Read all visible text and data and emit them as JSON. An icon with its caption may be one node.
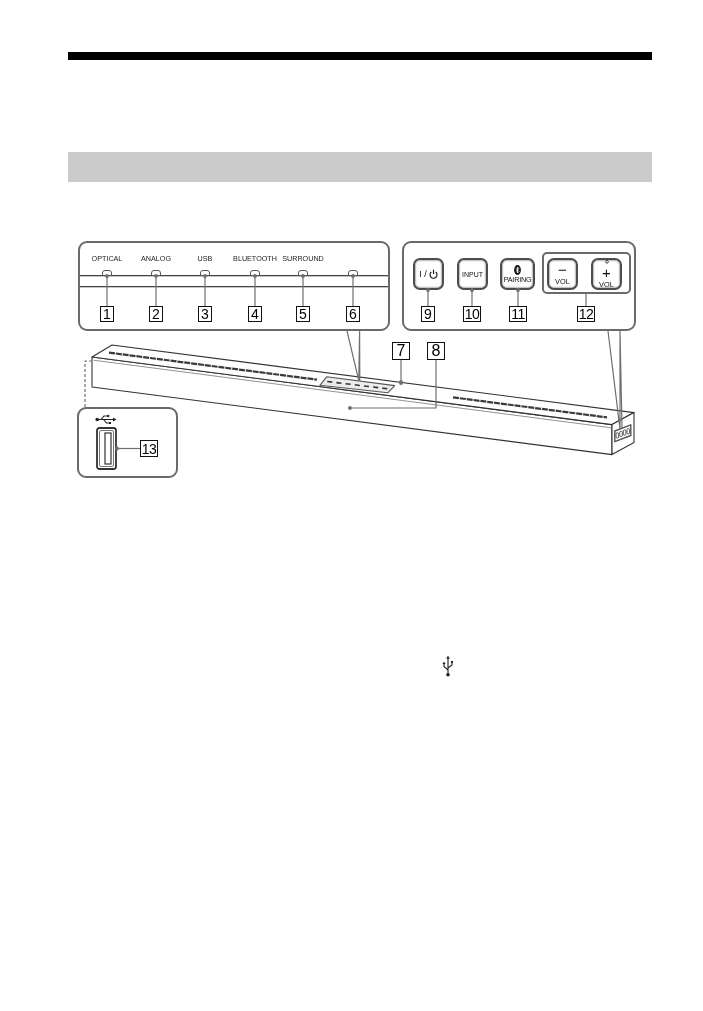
{
  "diagram": {
    "nodes": [
      {
        "text": [],
        "shape": "bar"
      },
      {
        "text": [],
        "shape": "box"
      },
      {
        "text": [],
        "shape": "box",
        "in": 1
      },
      {
        "text": [],
        "shape": "box",
        "in": 1
      },
      {
        "text": [],
        "shape": "box",
        "in": 1
      },
      {
        "text": [],
        "shape": "box",
        "in": 1
      },
      {
        "text": [],
        "shape": "box",
        "in": 1
      },
      {
        "text": [],
        "shape": "box",
        "in": 1
      },
      {
        "text": [
          "1"
        ],
        "in": 1
      },
      {
        "text": [
          "2"
        ],
        "in": 1
      },
      {
        "text": [
          "3"
        ],
        "in": 1
      },
      {
        "text": [
          "4"
        ],
        "in": 1
      },
      {
        "text": [
          "5"
        ],
        "in": 1
      },
      {
        "text": [
          "6"
        ],
        "in": 1
      },
      {
        "text": [],
        "shape": "box"
      },
      {
        "text": [
          "I /"
        ],
        "in": 14
      },
      {
        "text": [
          "INPUT"
        ],
        "in": 14
      },
      {
        "text": [
          "PAIRING"
        ],
        "in": 14
      },
      {
        "text": [],
        "shape": "box",
        "in": 14
      },
      {
        "text": [
          "−",
          "VOL"
        ],
        "in": 18
      },
      {
        "text": [
          "+",
          "VOL"
        ],
        "in": 18
      },
      {
        "text": [
          "9"
        ],
        "in": 14
      },
      {
        "text": [
          "10"
        ],
        "in": 14
      },
      {
        "text": [
          "11"
        ],
        "in": 14
      },
      {
        "text": [
          "12"
        ],
        "in": 14
      },
      {
        "text": [
          "7"
        ]
      },
      {
        "text": [
          "8"
        ]
      },
      {
        "text": [],
        "shape": "picture"
      },
      {
        "text": [],
        "shape": "box",
        "in": 27
      },
      {
        "text": [],
        "shape": "circle",
        "in": 27
      },
      {
        "text": [],
        "shape": "box"
      },
      {
        "text": [],
        "shape": "box"
      },
      {
        "text": [],
        "shape": "box",
        "in": 31
      },
      {
        "text": [
          "13"
        ],
        "in": 31
      }
    ],
    "edges": [
      {
        "from": 8,
        "to": 2,
        "arrow": "other"
      },
      {
        "from": 9,
        "to": 3,
        "arrow": "other"
      },
      {
        "from": 10,
        "to": 4,
        "arrow": "other"
      },
      {
        "from": 11,
        "to": 5,
        "arrow": "other"
      },
      {
        "from": 12,
        "to": 6,
        "arrow": "other"
      },
      {
        "from": 13,
        "to": 7,
        "arrow": "other"
      },
      {
        "from": 21,
        "to": 15,
        "arrow": "other"
      },
      {
        "from": 22,
        "to": 16,
        "arrow": "other"
      },
      {
        "from": 23,
        "to": 17,
        "arrow": "other"
      },
      {
        "from": 24,
        "to": 18,
        "arrow": "none"
      },
      {
        "from": 25,
        "to": 29,
        "arrow": "none"
      },
      {
        "from": 26,
        "to": 27,
        "arrow": "other"
      },
      {
        "from": 1,
        "to": 28,
        "arrow": "none"
      },
      {
        "from": 14,
        "to": 30,
        "arrow": "none"
      },
      {
        "from": 33,
        "to": 32,
        "arrow": "other"
      },
      {
        "from": 31,
        "to": 27,
        "arrow": "none",
        "style": "dashed"
      }
    ],
    "labels": [
      "OPTICAL",
      "ANALOG",
      "USB",
      "BLUETOOTH",
      "SURROUND"
    ]
  }
}
